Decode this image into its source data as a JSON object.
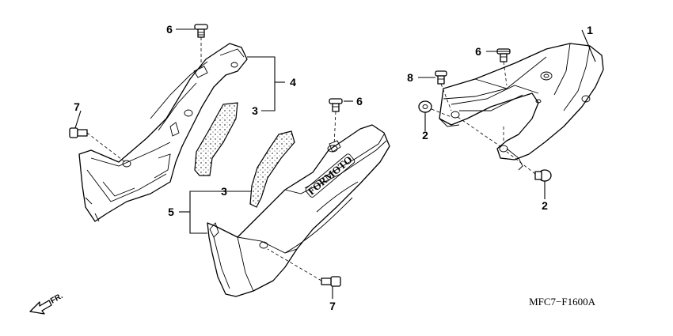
{
  "diagram": {
    "callouts": {
      "c1": "1",
      "c2a": "2",
      "c2b": "2",
      "c3a": "3",
      "c3b": "3",
      "c4": "4",
      "c5": "5",
      "c6a": "6",
      "c6b": "6",
      "c6c": "6",
      "c7a": "7",
      "c7b": "7",
      "c8": "8"
    },
    "cover_emboss": "FORMOTO",
    "direction_label": "FR.",
    "figure_code": "MFC7−F1600A"
  }
}
